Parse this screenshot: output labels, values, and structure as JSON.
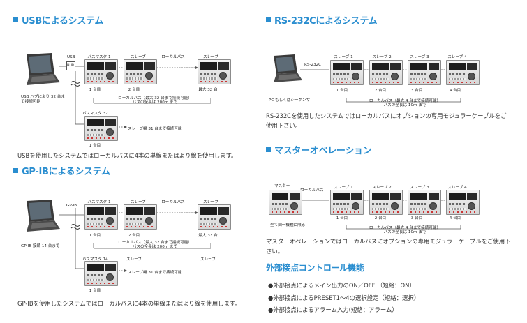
{
  "usb": {
    "heading": "USBによるシステム",
    "usb_label": "USB",
    "hub_label": "HUB",
    "top_labels": [
      "バスマスタ 1",
      "スレーブ",
      "ローカルバス",
      "スレーブ"
    ],
    "unit_labels": [
      "1 台目",
      "2 台目",
      "最大 32 台"
    ],
    "pc_label_1": "USB ハブにより 32 台ま",
    "pc_label_2": "で接続可能",
    "bus_note_1": "ローカルバス（最大 32 台まで接続可能）",
    "bus_note_2": "バスの全長は 200m まで",
    "master2_label": "バスマスタ 32",
    "slave_note": "スレーブ機 31 台まで接続可能",
    "unit2_label": "1 台目",
    "description": "USBを使用したシステムではローカルバスに4本の単線またはより線を使用します。"
  },
  "gpib": {
    "heading": "GP-IBによるシステム",
    "gpib_label": "GP-IB",
    "top_labels": [
      "バスマスタ 1",
      "スレーブ",
      "ローカルバス",
      "スレーブ"
    ],
    "unit_labels": [
      "1 台目",
      "2 台目",
      "最大 32 台"
    ],
    "pc_label": "GP-IB 接続 14 台まで",
    "bus_note_1": "ローカルバス（最大 32 台まで接続可能）",
    "bus_note_2": "バスの全長は 200m まで",
    "master2_label": "バスマスタ 14",
    "slave_label": "スレーブ",
    "slave_label_2": "スレーブ",
    "slave_note": "スレーブ機 31 台まで接続可能",
    "unit2_label": "1 台目",
    "description": "GP-IBを使用したシステムではローカルバスに4本の単線またはより線を使用します。"
  },
  "rs232c": {
    "heading": "RS-232Cによるシステム",
    "rs_label": "RS-232C",
    "top_labels": [
      "スレーブ 1",
      "スレーブ 2",
      "スレーブ 3",
      "スレーブ 4"
    ],
    "unit_labels": [
      "1 台目",
      "2 台目",
      "3 台目",
      "4 台目"
    ],
    "pc_label": "PC もしくはシーケンサ",
    "bus_note_1": "ローカルバス（最大 4 台まで接続可能）",
    "bus_note_2": "バスの全長は 10m まで",
    "description": "RS-232Cを使用したシステムではローカルバスにオプションの専用モジュラーケーブルをご使用下さい。"
  },
  "master": {
    "heading": "マスターオペレーション",
    "master_label": "マスター",
    "localbus_label": "ローカルバス",
    "top_labels": [
      "スレーブ 1",
      "スレーブ 2",
      "スレーブ 3",
      "スレーブ 4"
    ],
    "unit_labels": [
      "1 台目",
      "2 台目",
      "3 台目",
      "4 台目"
    ],
    "master_note": "全て同一機種に限る",
    "bus_note_1": "ローカルバス（最大 4 台まで接続可能）",
    "bus_note_2": "バスの全長は 10m まで",
    "description": "マスターオペレーションではローカルバスにオプションの専用モジュラーケーブルをご使用下さい。"
  },
  "external": {
    "heading": "外部接点コントロール機能",
    "items": [
      "●外部接点によるメイン出力のON／OFF （短絡：ON）",
      "●外部接点によるPRESET1～4の選択設定（短絡：選択）",
      "●外部接点によるアラーム入力(短絡：アラーム）"
    ]
  },
  "colors": {
    "heading": "#2a8ed0",
    "text": "#333333"
  }
}
